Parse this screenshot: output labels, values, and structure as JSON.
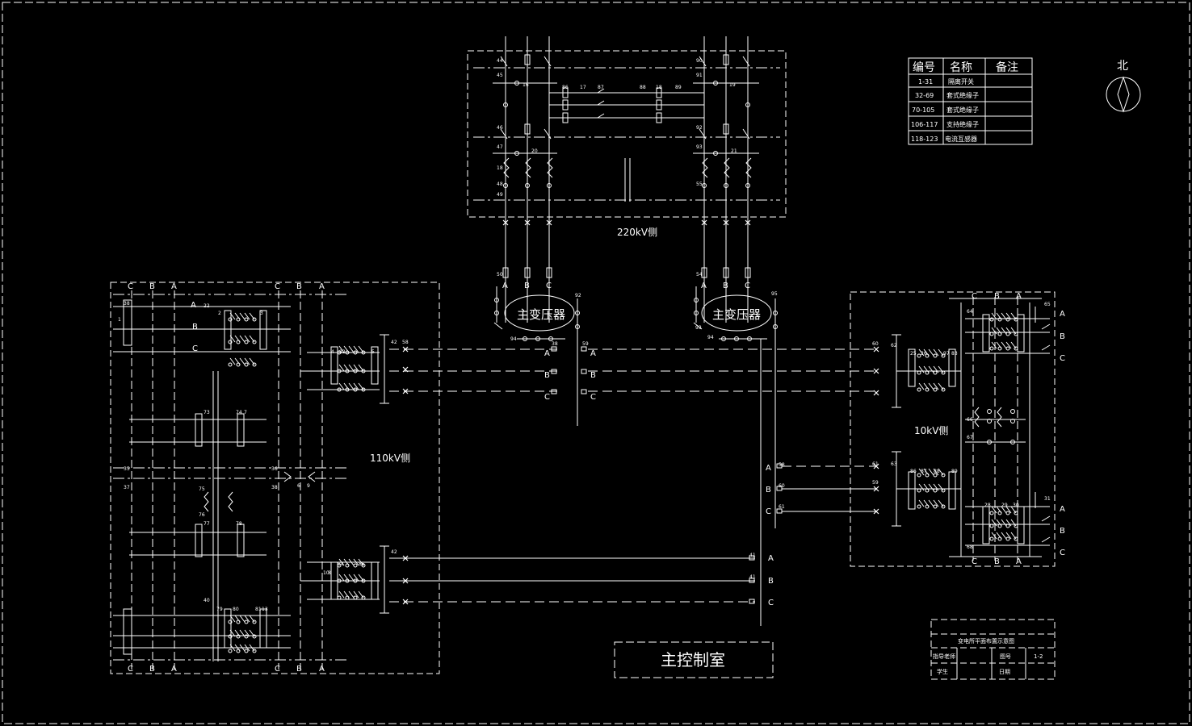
{
  "colors": {
    "background": "#000000",
    "line": "#ffffff"
  },
  "sections": {
    "side220": "220kV侧",
    "side110": "110kV侧",
    "side10": "10kV侧",
    "transformer": "主变压器",
    "control_room": "主控制室"
  },
  "compass": {
    "label": "北"
  },
  "legend": {
    "headers": [
      "编号",
      "名称",
      "备注"
    ],
    "rows": [
      {
        "range": "1-31",
        "name": "隔离开关",
        "note": ""
      },
      {
        "range": "32-69",
        "name": "套式绝缘子",
        "note": ""
      },
      {
        "range": "70-105",
        "name": "套式绝缘子",
        "note": ""
      },
      {
        "range": "106-117",
        "name": "支持绝缘子",
        "note": ""
      },
      {
        "range": "118-123",
        "name": "电流互感器",
        "note": ""
      }
    ]
  },
  "title_block": {
    "title": "变电所平面布置示意图",
    "advisor_label": "指导老师",
    "drawing_no_label": "图号",
    "drawing_no": "1-2",
    "student_label": "学生",
    "date_label": "日期"
  },
  "phases": [
    "A",
    "B",
    "C"
  ],
  "numbers": {
    "t220": [
      "44",
      "45",
      "16",
      "46",
      "47",
      "20",
      "18",
      "48",
      "49",
      "86",
      "17",
      "87",
      "88",
      "18",
      "89",
      "90",
      "91",
      "19",
      "92",
      "93",
      "21",
      "50",
      "54",
      "55"
    ],
    "t110": [
      "22",
      "38",
      "1",
      "2",
      "73",
      "74",
      "7",
      "3",
      "75",
      "76",
      "77",
      "78",
      "79",
      "80",
      "81",
      "40",
      "13",
      "35",
      "36",
      "37",
      "38",
      "6",
      "9",
      "4",
      "82",
      "42",
      "5",
      "42",
      "8",
      "84",
      "85",
      "41",
      "10",
      "58"
    ],
    "t10": [
      "64",
      "65",
      "28",
      "29",
      "30",
      "31",
      "66",
      "67",
      "68",
      "63",
      "62",
      "60",
      "61",
      "59",
      "97",
      "25",
      "26",
      "83",
      "86",
      "87",
      "88",
      "89"
    ],
    "tmid": [
      "92",
      "94",
      "95",
      "38",
      "93",
      "94",
      "58",
      "59",
      "60",
      "61",
      "41"
    ]
  }
}
